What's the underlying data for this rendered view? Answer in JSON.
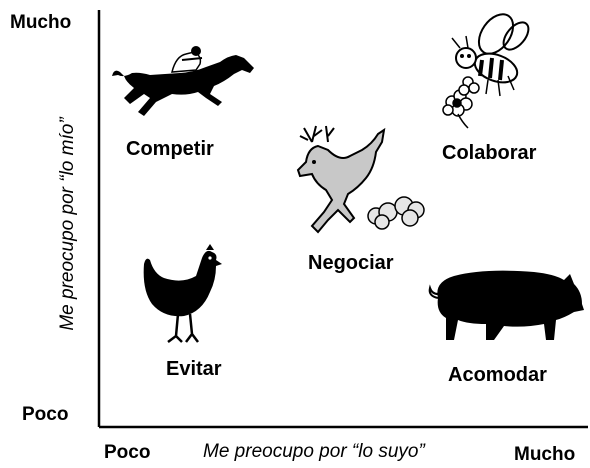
{
  "axes": {
    "y_title": "Me preocupo por “lo mío”",
    "x_title": "Me preocupo por “lo suyo”",
    "y_high": "Mucho",
    "y_low": "Poco",
    "x_low": "Poco",
    "x_high": "Mucho"
  },
  "styles": [
    {
      "label": "Competir",
      "icon": "horse-jockey-icon"
    },
    {
      "label": "Colaborar",
      "icon": "bee-flowers-icon"
    },
    {
      "label": "Negociar",
      "icon": "deer-icon"
    },
    {
      "label": "Evitar",
      "icon": "hen-icon"
    },
    {
      "label": "Acomodar",
      "icon": "pig-icon"
    }
  ]
}
